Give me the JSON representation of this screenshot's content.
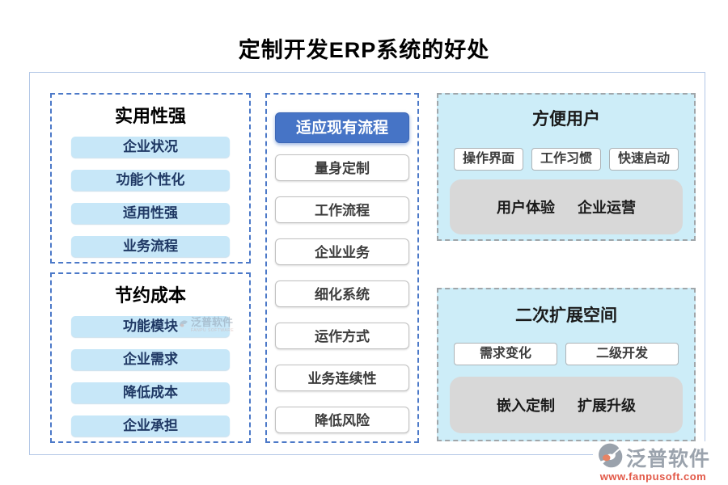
{
  "title": "定制开发ERP系统的好处",
  "left_boxes": [
    {
      "title": "实用性强",
      "items": [
        "企业状况",
        "功能个性化",
        "适用性强",
        "业务流程"
      ]
    },
    {
      "title": "节约成本",
      "items": [
        "功能模块",
        "企业需求",
        "降低成本",
        "企业承担"
      ]
    }
  ],
  "middle": {
    "active_item": "适应现有流程",
    "items": [
      "量身定制",
      "工作流程",
      "企业业务",
      "细化系统",
      "运作方式",
      "业务连续性",
      "降低风险"
    ]
  },
  "right_panels": [
    {
      "title": "方便用户",
      "buttons": [
        "操作界面",
        "工作习惯",
        "快速启动"
      ],
      "summary": [
        "用户体验",
        "企业运营"
      ]
    },
    {
      "title": "二次扩展空间",
      "buttons": [
        "需求变化",
        "二级开发"
      ],
      "summary": [
        "嵌入定制",
        "扩展升级"
      ]
    }
  ],
  "watermark": {
    "text": "泛普软件",
    "subtext": "FANPU SOFTWARE"
  },
  "brand": {
    "name": "泛普软件",
    "url": "www.fanpusoft.com"
  },
  "colors": {
    "accent_blue": "#4674c6",
    "dashed_blue": "#4c79c8",
    "item_blue_fill": "#c7e7f8",
    "item_blue_text": "#1f3864",
    "panel_cyan": "#cdedf8",
    "summary_gray": "#d8d8d8",
    "brand_gray": "#9ba3ad",
    "brand_red": "#e25847"
  }
}
